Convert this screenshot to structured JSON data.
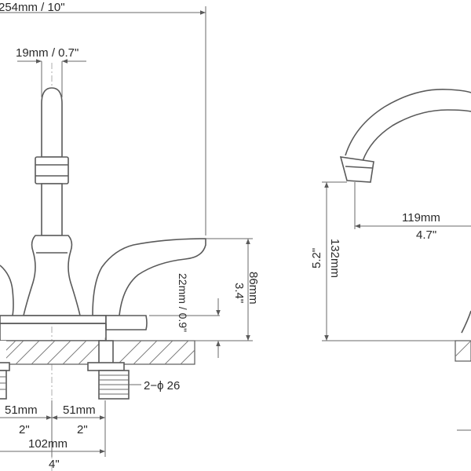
{
  "dimensions": {
    "overall_width": "254mm  / 10\"",
    "spout_diameter": "19mm / 0.7\"",
    "spout_reach_mm": "119mm",
    "spout_reach_in": "4.7\"",
    "spout_height_mm": "132mm",
    "spout_height_in": "5.2\"",
    "handle_height_mm": "86mm",
    "handle_height_in": "3.4\"",
    "deck_thickness": "22mm / 0.9\"",
    "hole_diameter": "2−ϕ 26",
    "left_spacing_mm": "51mm",
    "left_spacing_in": "2\"",
    "right_spacing_mm": "51mm",
    "right_spacing_in": "2\"",
    "center_spread_mm": "102mm",
    "center_spread_in": "4\""
  }
}
